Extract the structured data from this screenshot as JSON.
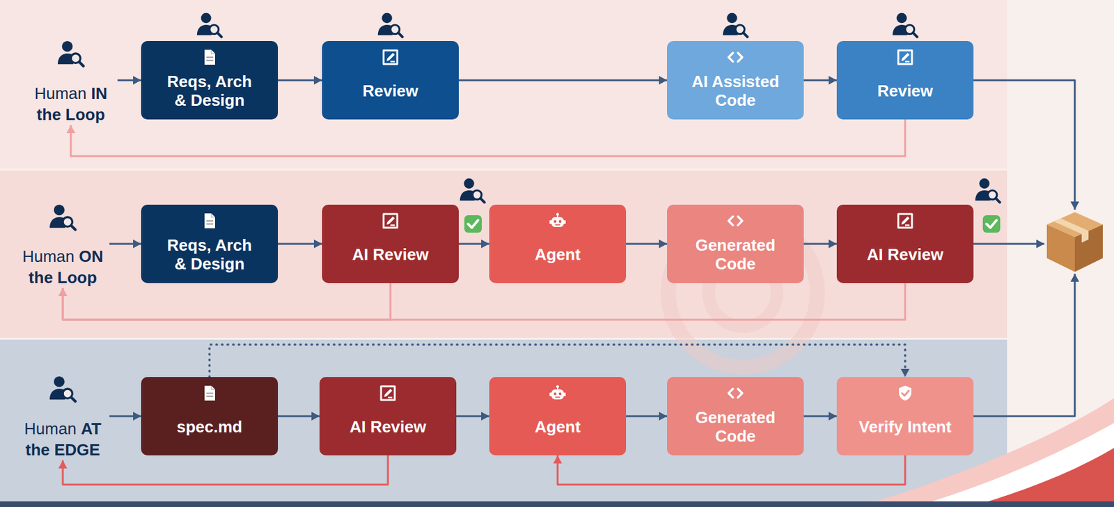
{
  "diagram": {
    "nodes": [
      {
        "text": [
          "Human",
          "IN the Loop"
        ]
      },
      {
        "text": [
          "Reqs, Arch & Design"
        ]
      },
      {
        "text": [
          "Review"
        ]
      },
      {
        "text": [
          "AI Assisted Code"
        ]
      },
      {
        "text": [
          "Review"
        ]
      },
      {
        "text": [
          "Human",
          "ON the Loop"
        ]
      },
      {
        "text": [
          "Reqs, Arch & Design"
        ]
      },
      {
        "text": [
          "AI Review"
        ]
      },
      {
        "text": [
          "Agent"
        ]
      },
      {
        "text": [
          "Generated Code"
        ]
      },
      {
        "text": [
          "AI Review"
        ]
      },
      {
        "text": [
          "Human",
          "AT the EDGE"
        ]
      },
      {
        "text": [
          "spec.md"
        ]
      },
      {
        "text": [
          "AI Review"
        ]
      },
      {
        "text": [
          "Agent"
        ]
      },
      {
        "text": [
          "Generated Code"
        ]
      },
      {
        "text": [
          "Verify Intent"
        ]
      },
      {
        "text": []
      }
    ],
    "edges": [
      {
        "from": 0,
        "to": 1,
        "arrow": "to"
      },
      {
        "from": 1,
        "to": 2,
        "arrow": "to"
      },
      {
        "from": 2,
        "to": 3,
        "arrow": "to"
      },
      {
        "from": 3,
        "to": 4,
        "arrow": "to"
      },
      {
        "from": 4,
        "to": 17,
        "arrow": "to"
      },
      {
        "from": 4,
        "to": 0,
        "arrow": "to"
      },
      {
        "from": 5,
        "to": 6,
        "arrow": "to"
      },
      {
        "from": 6,
        "to": 7,
        "arrow": "to"
      },
      {
        "from": 7,
        "to": 8,
        "arrow": "to"
      },
      {
        "from": 8,
        "to": 9,
        "arrow": "to"
      },
      {
        "from": 9,
        "to": 10,
        "arrow": "to"
      },
      {
        "from": 10,
        "to": 17,
        "arrow": "to"
      },
      {
        "from": 7,
        "to": 5,
        "arrow": "to"
      },
      {
        "from": 10,
        "to": 5,
        "arrow": "to"
      },
      {
        "from": 11,
        "to": 12,
        "arrow": "to"
      },
      {
        "from": 12,
        "to": 13,
        "arrow": "to"
      },
      {
        "from": 13,
        "to": 14,
        "arrow": "to"
      },
      {
        "from": 14,
        "to": 15,
        "arrow": "to"
      },
      {
        "from": 15,
        "to": 16,
        "arrow": "to"
      },
      {
        "from": 16,
        "to": 17,
        "arrow": "to"
      },
      {
        "from": 13,
        "to": 11,
        "arrow": "to"
      },
      {
        "from": 16,
        "to": 14,
        "arrow": "to"
      },
      {
        "from": 12,
        "to": 16,
        "arrow": "to"
      }
    ]
  }
}
